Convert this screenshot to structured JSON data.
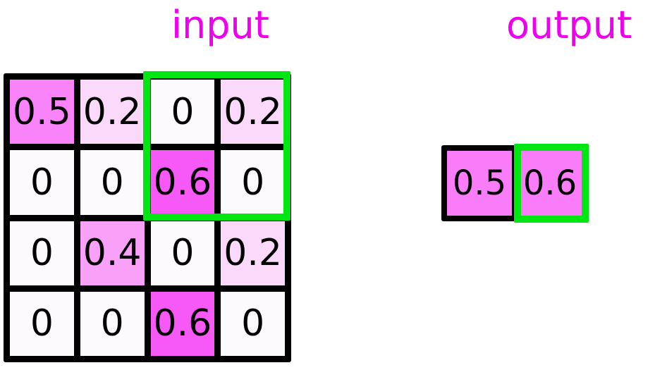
{
  "labels": {
    "input": "input",
    "output": "output"
  },
  "colors": {
    "title": "#ee00ee",
    "highlight": "#00e613",
    "grid_line": "#000000",
    "background": "#ffffff",
    "value_0": "#fdfafd",
    "value_0_2": "#fbd9fb",
    "value_0_4": "#f9a0f9",
    "value_0_5": "#f983f9",
    "value_0_6": "#f759f7"
  },
  "input_grid": {
    "rows": 4,
    "cols": 4,
    "cells": [
      {
        "value": "0.5",
        "fill": "#f983f9"
      },
      {
        "value": "0.2",
        "fill": "#fbd9fb"
      },
      {
        "value": "0",
        "fill": "#fdfafd"
      },
      {
        "value": "0.2",
        "fill": "#fbd9fb"
      },
      {
        "value": "0",
        "fill": "#fdfafd"
      },
      {
        "value": "0",
        "fill": "#fdfafd"
      },
      {
        "value": "0.6",
        "fill": "#f759f7"
      },
      {
        "value": "0",
        "fill": "#fdfafd"
      },
      {
        "value": "0",
        "fill": "#fdfafd"
      },
      {
        "value": "0.4",
        "fill": "#f9a0f9"
      },
      {
        "value": "0",
        "fill": "#fdfafd"
      },
      {
        "value": "0.2",
        "fill": "#fbd9fb"
      },
      {
        "value": "0",
        "fill": "#fdfafd"
      },
      {
        "value": "0",
        "fill": "#fdfafd"
      },
      {
        "value": "0.6",
        "fill": "#f759f7"
      },
      {
        "value": "0",
        "fill": "#fdfafd"
      }
    ],
    "highlight_region": {
      "row_start": 1,
      "row_end": 2,
      "col_start": 3,
      "col_end": 4
    }
  },
  "output_grid": {
    "rows": 1,
    "cols": 2,
    "cells": [
      {
        "value": "0.5",
        "fill": "#f97cf9"
      },
      {
        "value": "0.6",
        "fill": "#f97cf9"
      }
    ],
    "highlight_region": {
      "row_start": 1,
      "row_end": 1,
      "col_start": 2,
      "col_end": 2
    }
  }
}
